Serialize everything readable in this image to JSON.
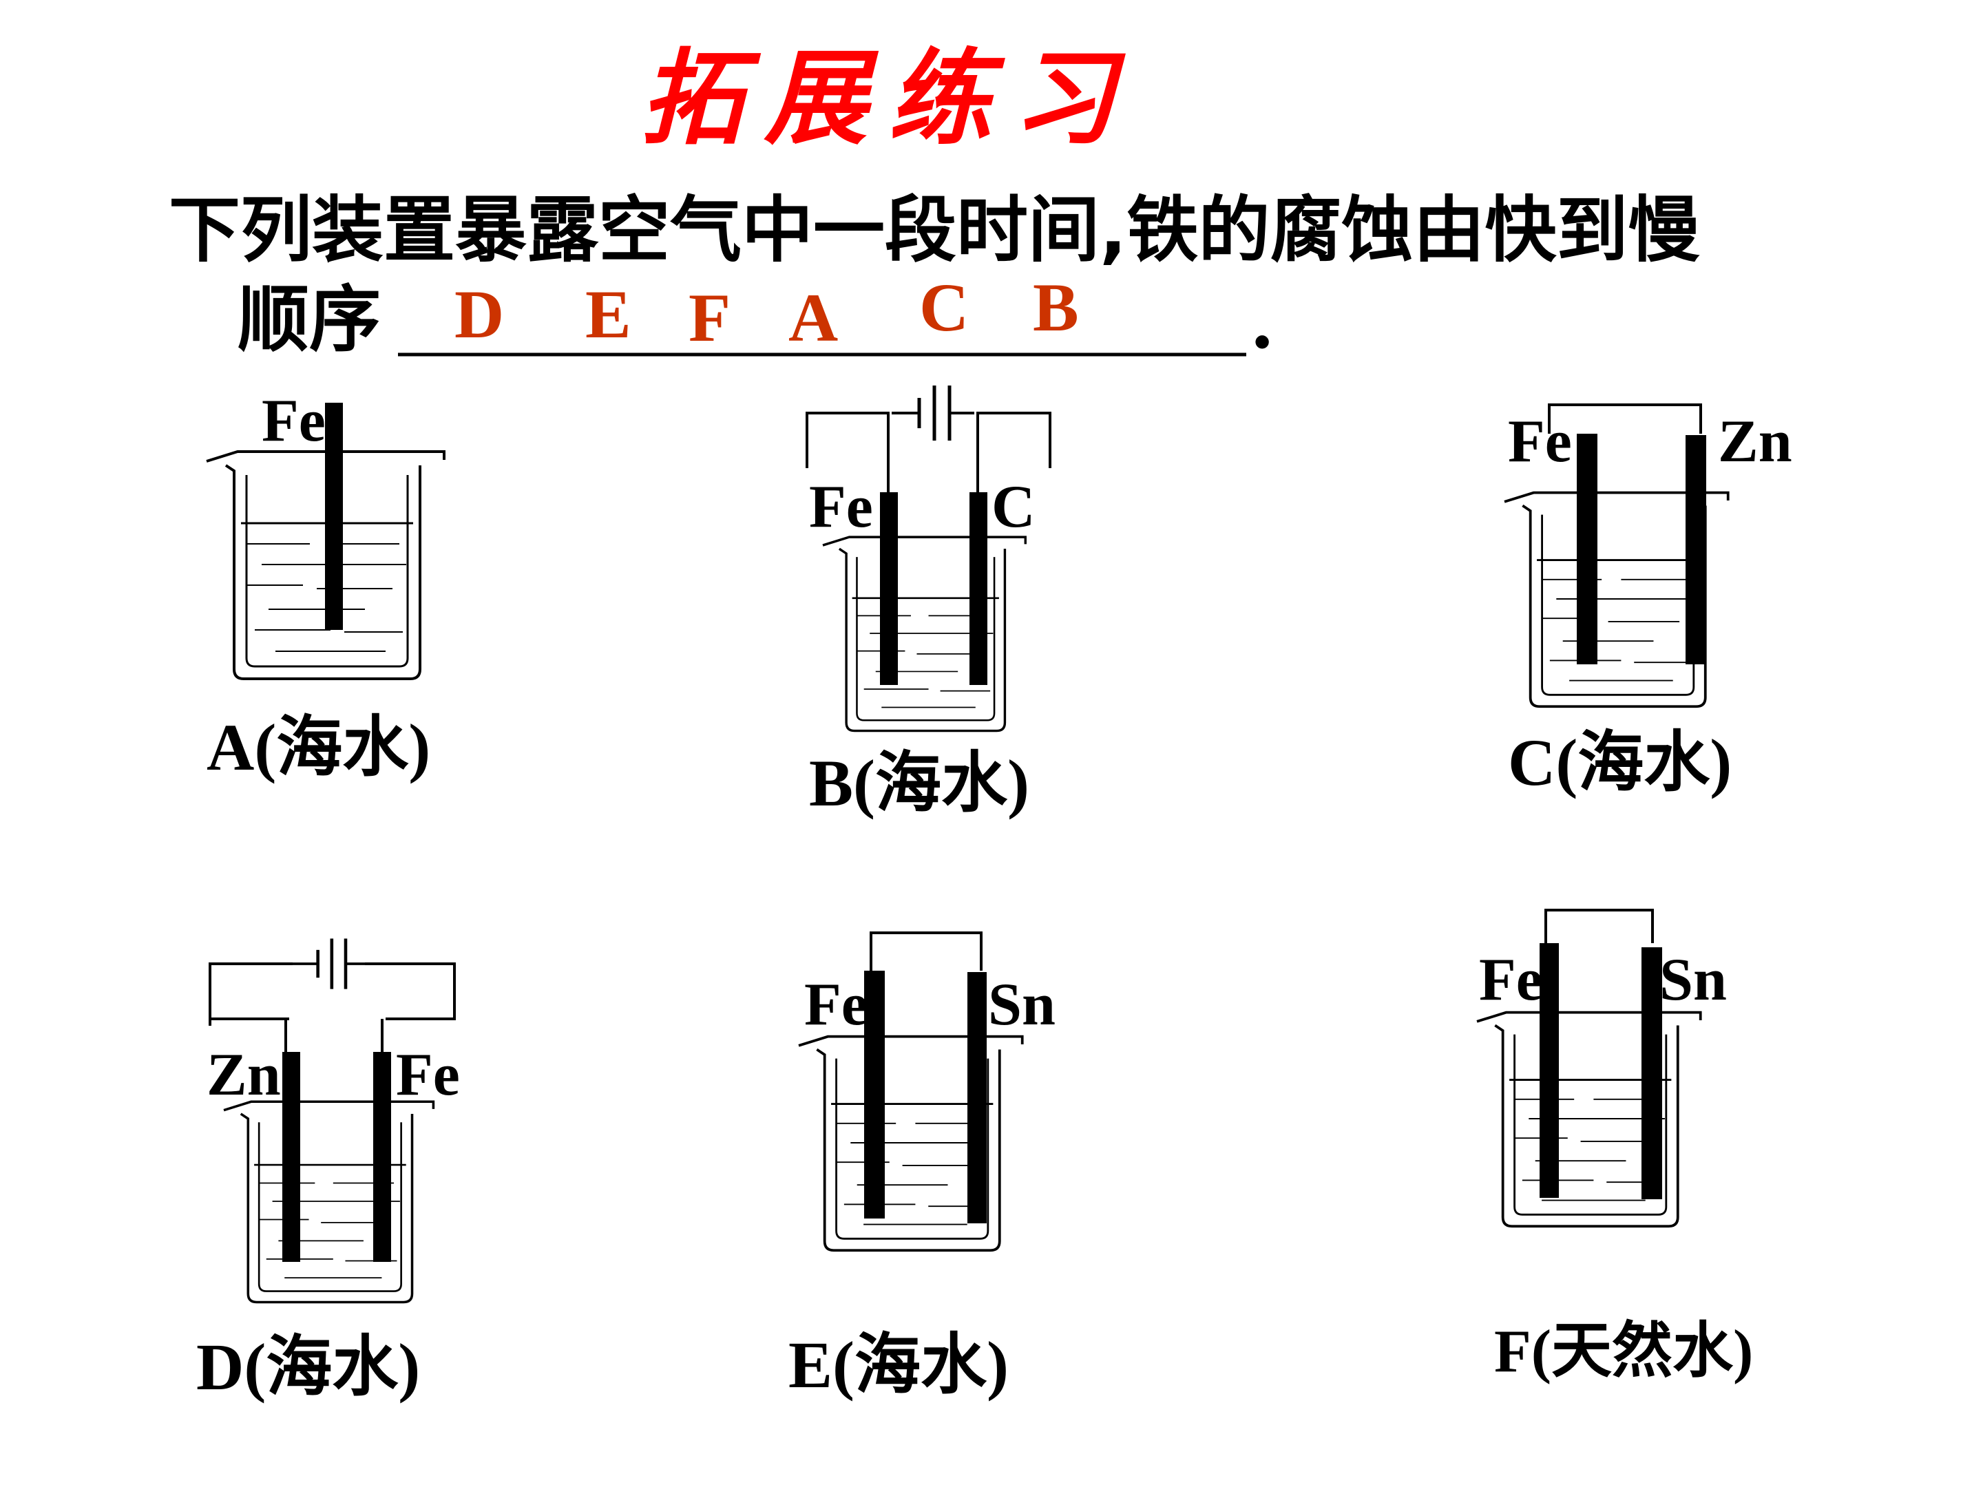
{
  "title": "拓展练习",
  "question": {
    "line1": "下列装置暴露空气中一段时间,铁的腐蚀由快到慢",
    "line2_prefix": "顺序",
    "line2_suffix": "."
  },
  "answer": [
    "D",
    "E",
    "F",
    "A",
    "C",
    "B"
  ],
  "colors": {
    "title": "#ff0000",
    "answer": "#cc3300",
    "ink": "#000000"
  },
  "cells": {
    "A": {
      "caption": "A(海水)",
      "electrodes": [
        "Fe"
      ]
    },
    "B": {
      "caption": "B(海水)",
      "electrodes": [
        "Fe",
        "C"
      ]
    },
    "C": {
      "caption": "C(海水)",
      "electrodes": [
        "Fe",
        "Zn"
      ]
    },
    "D": {
      "caption": "D(海水)",
      "electrodes": [
        "Zn",
        "Fe"
      ]
    },
    "E": {
      "caption": "E(海水)",
      "electrodes": [
        "Fe",
        "Sn"
      ]
    },
    "F": {
      "caption": "F(天然水)",
      "electrodes": [
        "Fe",
        "Sn"
      ]
    }
  }
}
